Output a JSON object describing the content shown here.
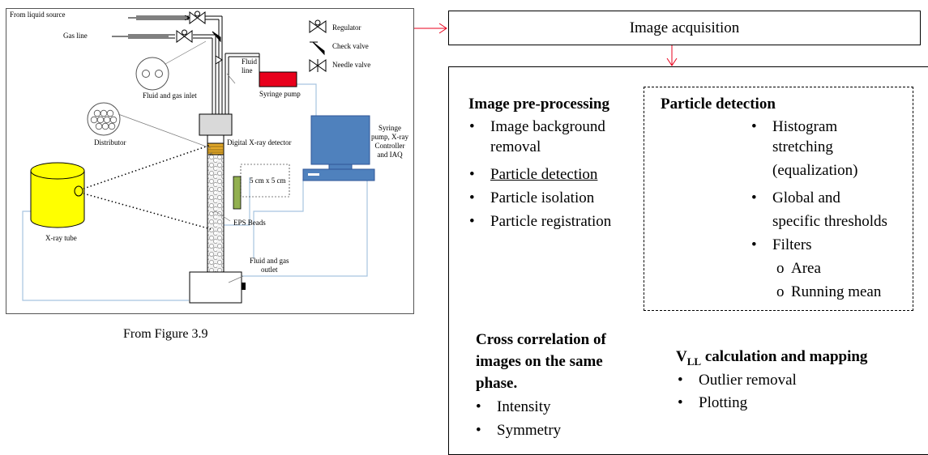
{
  "schematic": {
    "labels": {
      "liquid_source": "From liquid source",
      "gas_line": "Gas line",
      "fluid_line": "Fluid\nline",
      "fluid_gas_inlet": "Fluid and gas inlet",
      "distributor": "Distributor",
      "syringe_pump": "Syringe pump",
      "digital_xray_detector": "Digital X-ray detector",
      "size": "5 cm x 5 cm",
      "eps_beads": "EPS Beads",
      "xray_tube": "X-ray tube",
      "fluid_gas_outlet": "Fluid and gas\noutlet",
      "controller": "Syringe\npump, X-ray\nController\nand IAQ"
    },
    "legend": {
      "regulator": "Regulator",
      "check_valve": "Check valve",
      "needle_valve": "Needle valve"
    },
    "colors": {
      "syringe_pump": "#e8001c",
      "xray_tube": "#ffff00",
      "computer": "#4f81bd",
      "detector": "#92b050",
      "distributor": "#e3a92b",
      "tubing": "#a6c4e0",
      "beam_arrow": "#e8001c"
    }
  },
  "caption": "From Figure 3.9",
  "flow": {
    "acquisition": "Image acquisition",
    "preprocessing": {
      "title": "Image pre-processing",
      "items": [
        "Image background",
        "removal",
        "Particle detection",
        "Particle isolation",
        "Particle registration"
      ]
    },
    "detection": {
      "title": "Particle detection",
      "items": [
        "Histogram",
        "stretching",
        "(equalization)",
        "Global and",
        "specific thresholds",
        "Filters",
        "Area",
        "Running mean"
      ]
    },
    "cross": {
      "title_lines": [
        "Cross correlation of",
        "images on the same",
        "phase."
      ],
      "items": [
        "Intensity",
        "Symmetry"
      ]
    },
    "vll": {
      "title_main": "V",
      "title_sub": "LL",
      "title_rest": " calculation and mapping",
      "items": [
        "Outlier removal",
        "Plotting"
      ]
    }
  }
}
